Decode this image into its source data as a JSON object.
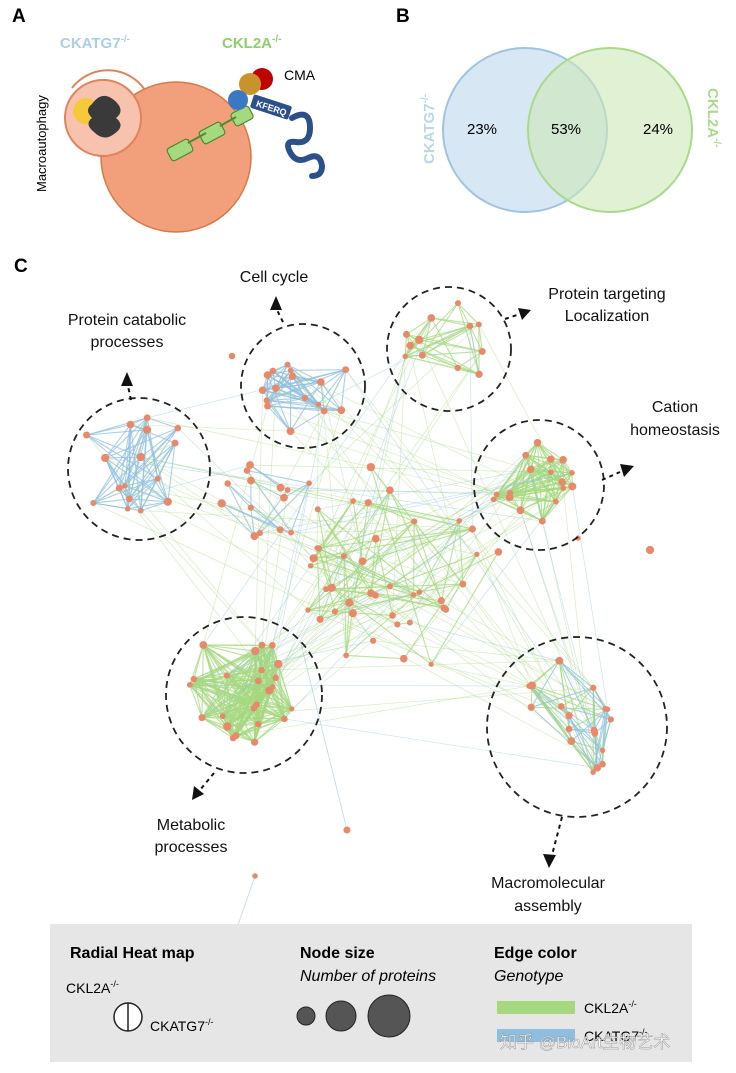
{
  "panel_a": {
    "letter": "A",
    "genotype_left": "CKATG7",
    "genotype_left_sup": "-/-",
    "genotype_right": "CKL2A",
    "genotype_right_sup": "-/-",
    "macroautophagy_label": "Macroautophagy",
    "cma_label": "CMA",
    "kferq_label": "KFERQ"
  },
  "panel_b": {
    "letter": "B",
    "left_label": "CKATG7",
    "left_sup": "-/-",
    "right_label": "CKL2A",
    "right_sup": "-/-",
    "left_only_pct": "23%",
    "overlap_pct": "53%",
    "right_only_pct": "24%",
    "colors": {
      "left": "#9ec4e0",
      "right": "#a9d98a"
    }
  },
  "panel_c": {
    "letter": "C",
    "clusters": {
      "cell_cycle": "Cell cycle",
      "protein_targeting_line1": "Protein targeting",
      "protein_targeting_line2": "Localization",
      "protein_catabolic_line1": "Protein catabolic",
      "protein_catabolic_line2": "processes",
      "cation_line1": "Cation",
      "cation_line2": "homeostasis",
      "metabolic_line1": "Metabolic",
      "metabolic_line2": "processes",
      "macromolecular_line1": "Macromolecular",
      "macromolecular_line2": "assembly"
    },
    "colors": {
      "node": "#e8896a",
      "edge_ckl2a": "#a6d87f",
      "edge_ckatg7": "#8fbfe0"
    }
  },
  "legend": {
    "heatmap_title": "Radial Heat map",
    "heatmap_top": "CKL2A",
    "heatmap_top_sup": "-/-",
    "heatmap_bottom": "CKATG7",
    "heatmap_bottom_sup": "-/-",
    "node_size_title": "Node size",
    "node_size_sub": "Number of proteins",
    "edge_color_title": "Edge color",
    "edge_color_sub": "Genotype",
    "edge_ckl2a": "CKL2A",
    "edge_ckl2a_sup": "-/-",
    "edge_ckatg7": "CKATG7",
    "edge_ckatg7_sup": "-/-"
  },
  "watermark": "知乎 @BioArt生物艺术"
}
